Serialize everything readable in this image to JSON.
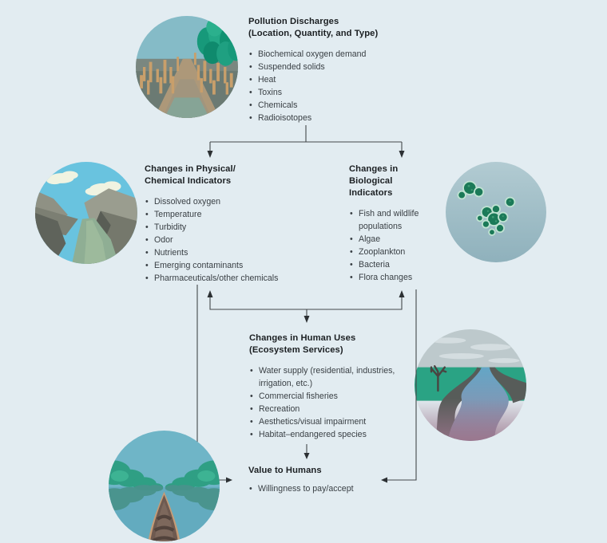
{
  "colors": {
    "background": "#e2ecf1",
    "heading_text": "#1b1f22",
    "body_text": "#3a4045",
    "arrow": "#3f4447",
    "illustration_teal": "#2aa384",
    "illustration_sky": "#85bbc7"
  },
  "blocks": {
    "pollution": {
      "title_line1": "Pollution Discharges",
      "title_line2": "(Location, Quantity, and Type)",
      "items": [
        "Biochemical oxygen demand",
        "Suspended solids",
        "Heat",
        "Toxins",
        "Chemicals",
        "Radioisotopes"
      ]
    },
    "physical": {
      "title_line1": "Changes in Physical/",
      "title_line2": "Chemical Indicators",
      "items": [
        "Dissolved oxygen",
        "Temperature",
        "Turbidity",
        "Odor",
        "Nutrients",
        "Emerging contaminants",
        "Pharmaceuticals/other chemicals"
      ]
    },
    "biological": {
      "title_line1": "Changes in Biological",
      "title_line2": "Indicators",
      "items": [
        "Fish and wildlife populations",
        "Algae",
        "Zooplankton",
        "Bacteria",
        "Flora changes"
      ]
    },
    "human_uses": {
      "title_line1": "Changes in Human Uses",
      "title_line2": "(Ecosystem Services)",
      "items": [
        "Water supply (residential, industries, irrigation, etc.)",
        "Commercial fisheries",
        "Recreation",
        "Aesthetics/visual impairment",
        "Habitat–endangered species"
      ]
    },
    "value": {
      "title": "Value to Humans",
      "items": [
        "Willingness to pay/accept"
      ]
    }
  },
  "illustrations": {
    "pier": "logging-pier-scene",
    "canyon": "canyon-river-scene",
    "algae": "algae-cells-microscope-scene",
    "polluted_river": "polluted-river-scene",
    "canoe": "canoe-on-lake-scene"
  }
}
